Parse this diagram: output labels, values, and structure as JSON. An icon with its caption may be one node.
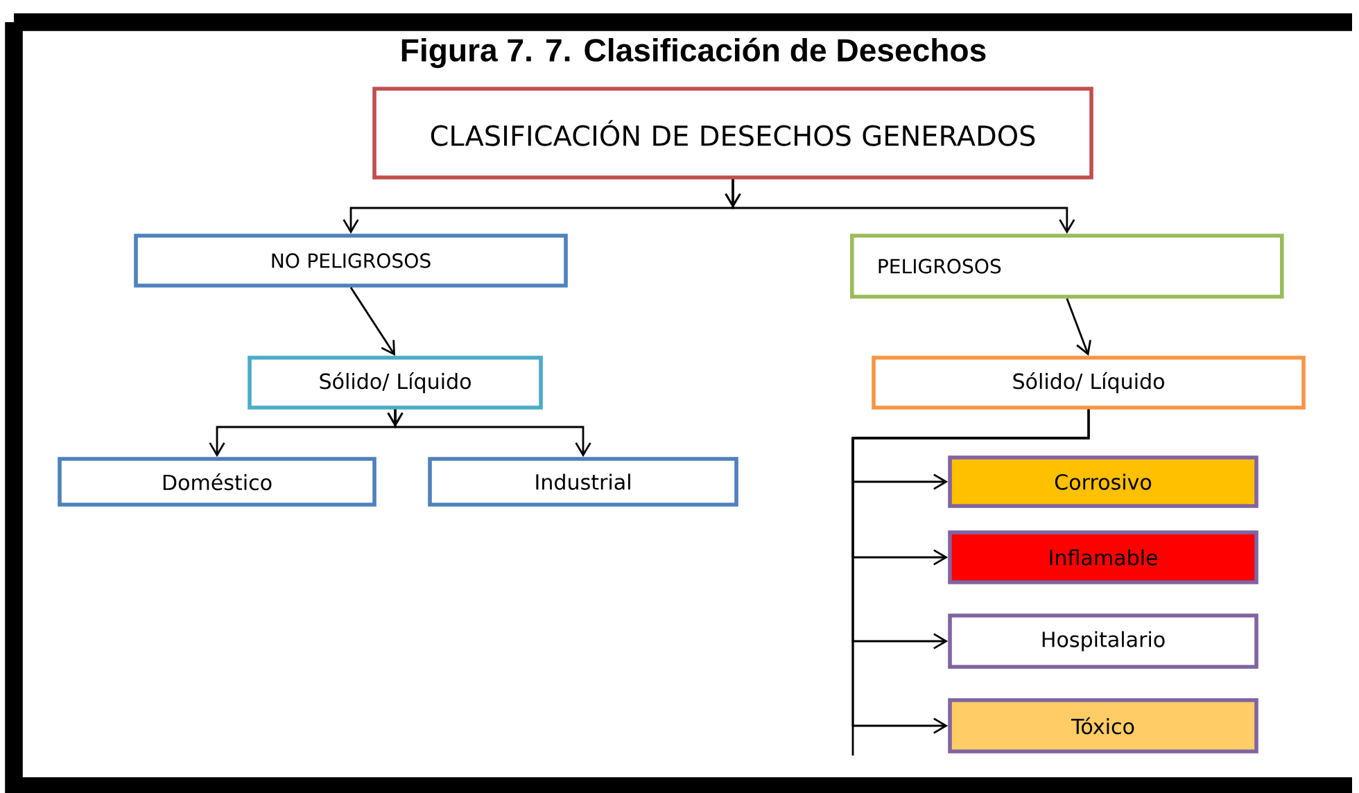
{
  "diagram": {
    "title": "Figura 7. 7. Clasificación de Desechos",
    "nodes": [
      {
        "text": [
          "CLASIFICACIÓN DE DESECHOS GENERADOS"
        ]
      },
      {
        "text": [
          "NO PELIGROSOS"
        ]
      },
      {
        "text": [
          "PELIGROSOS"
        ]
      },
      {
        "text": [
          "Sólido/ Líquido"
        ]
      },
      {
        "text": [
          "Sólido/ Líquido"
        ]
      },
      {
        "text": [
          "Doméstico"
        ]
      },
      {
        "text": [
          "Industrial"
        ]
      },
      {
        "text": [
          "Corrosivo"
        ]
      },
      {
        "text": [
          "Inflamable"
        ]
      },
      {
        "text": [
          "Hospitalario"
        ]
      },
      {
        "text": [
          "Tóxico"
        ]
      }
    ],
    "edges": [
      {
        "from": 0,
        "to": 1,
        "arrow": "to"
      },
      {
        "from": 0,
        "to": 2,
        "arrow": "to"
      },
      {
        "from": 1,
        "to": 3,
        "arrow": "to"
      },
      {
        "from": 2,
        "to": 4,
        "arrow": "to"
      },
      {
        "from": 3,
        "to": 5,
        "arrow": "to"
      },
      {
        "from": 3,
        "to": 6,
        "arrow": "to"
      },
      {
        "from": 4,
        "to": 7,
        "arrow": "to"
      },
      {
        "from": 4,
        "to": 8,
        "arrow": "to"
      },
      {
        "from": 4,
        "to": 9,
        "arrow": "to"
      },
      {
        "from": 4,
        "to": 10,
        "arrow": "to"
      }
    ]
  }
}
